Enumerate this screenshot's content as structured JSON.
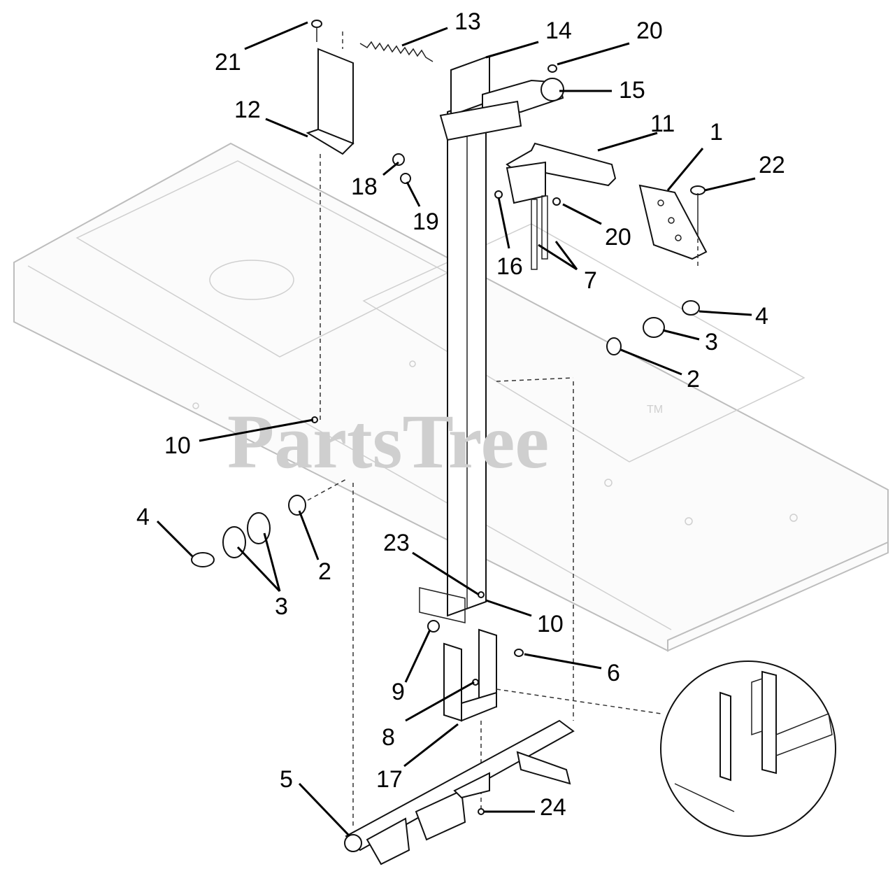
{
  "watermark": {
    "text": "PartsTree",
    "tm": "TM"
  },
  "callouts": [
    {
      "label": "13"
    },
    {
      "label": "14"
    },
    {
      "label": "20"
    },
    {
      "label": "21"
    },
    {
      "label": "15"
    },
    {
      "label": "12"
    },
    {
      "label": "11"
    },
    {
      "label": "1"
    },
    {
      "label": "22"
    },
    {
      "label": "18"
    },
    {
      "label": "19"
    },
    {
      "label": "20"
    },
    {
      "label": "16"
    },
    {
      "label": "7"
    },
    {
      "label": "4"
    },
    {
      "label": "3"
    },
    {
      "label": "2"
    },
    {
      "label": "10"
    },
    {
      "label": "4"
    },
    {
      "label": "2"
    },
    {
      "label": "3"
    },
    {
      "label": "23"
    },
    {
      "label": "10"
    },
    {
      "label": "9"
    },
    {
      "label": "6"
    },
    {
      "label": "8"
    },
    {
      "label": "17"
    },
    {
      "label": "5"
    },
    {
      "label": "24"
    }
  ]
}
